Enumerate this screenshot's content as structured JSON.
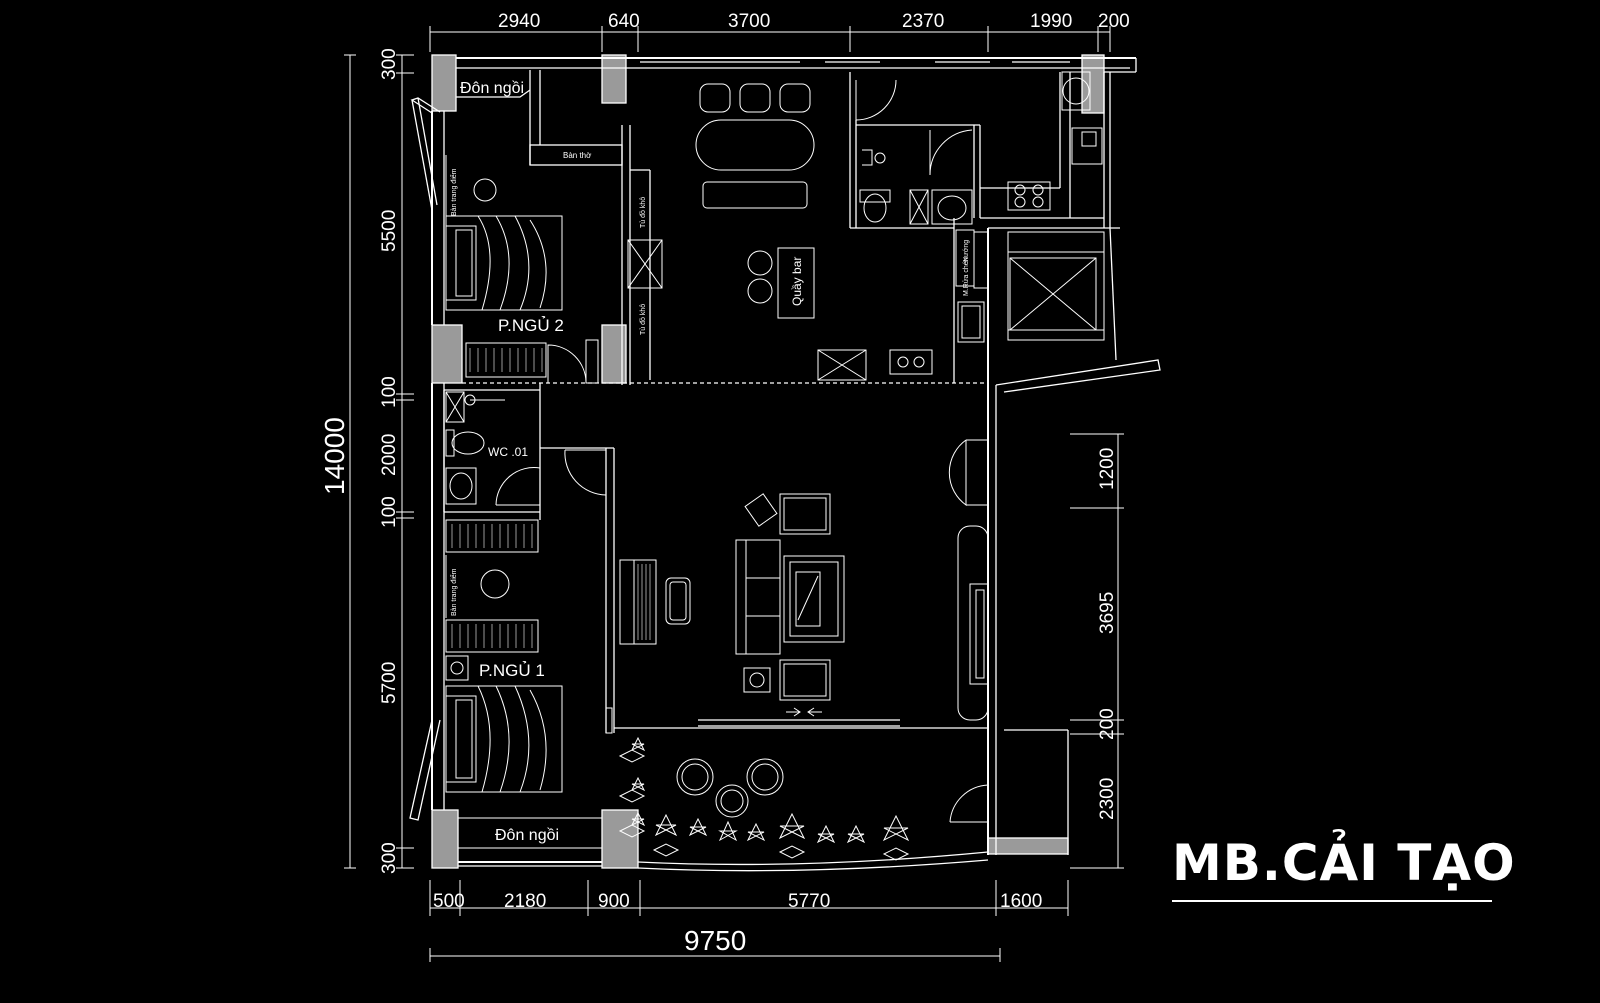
{
  "drawing": {
    "title": "MB.CẢI TẠO",
    "line_color": "#ffffff",
    "wall_fill": "#9a9a9a",
    "background": "#000000"
  },
  "dimensions": {
    "top": [
      "2940",
      "640",
      "3700",
      "2370",
      "1990",
      "200"
    ],
    "bottom": [
      "500",
      "2180",
      "900",
      "5770",
      "1600"
    ],
    "bottom_total": "9750",
    "left_total": "14000",
    "left": [
      "300",
      "5500",
      "100",
      "2000",
      "100",
      "5700",
      "300"
    ],
    "right": [
      "1200",
      "3695",
      "200",
      "2300"
    ]
  },
  "labels": {
    "don_ngoi_top": "Đôn ngồi",
    "don_ngoi_bottom": "Đôn ngồi",
    "ban_tho": "Bàn thờ",
    "ban_trang_diem_2": "Bàn trang điểm",
    "ban_trang_diem_1": "Bàn trang điểm",
    "tu_do_kho_1": "Tủ đồ khô",
    "tu_do_kho_2": "Tủ đồ khô",
    "quay_bar": "Quầy bar",
    "may_rua_chen": "M.Rửa chén",
    "nuong": "Nướng",
    "bedroom_2": "P.NGỦ 2",
    "bedroom_1": "P.NGỦ 1",
    "wc": "WC .01"
  }
}
